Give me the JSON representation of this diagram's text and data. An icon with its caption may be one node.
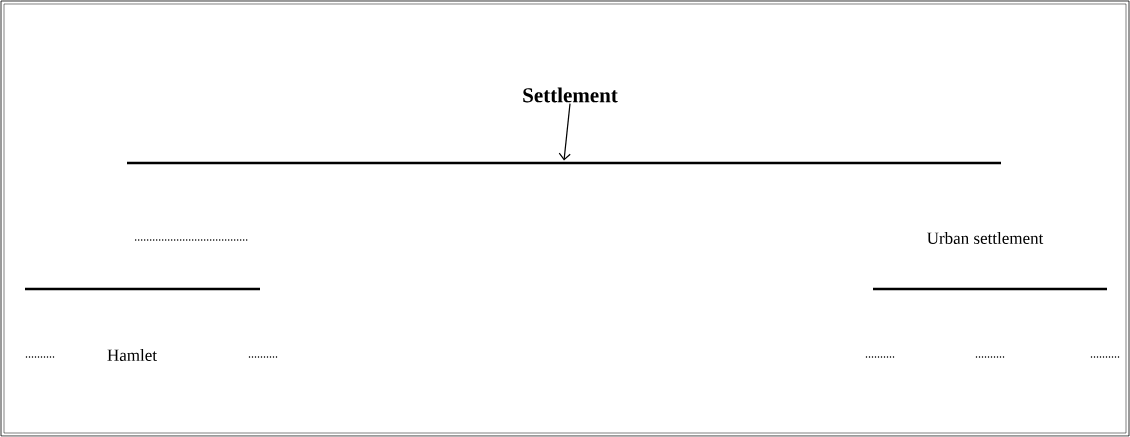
{
  "diagram": {
    "nodes": [
      {
        "text": [
          "Settlement"
        ]
      },
      {
        "text": [],
        "shape": "bar"
      }
    ],
    "edges": [
      {
        "from": 0,
        "to": 1,
        "arrow": "to"
      }
    ],
    "labels": [
      "......................................",
      "Urban settlement",
      "..........",
      "Hamlet",
      "..........",
      "..........",
      "..........",
      ".........."
    ]
  }
}
